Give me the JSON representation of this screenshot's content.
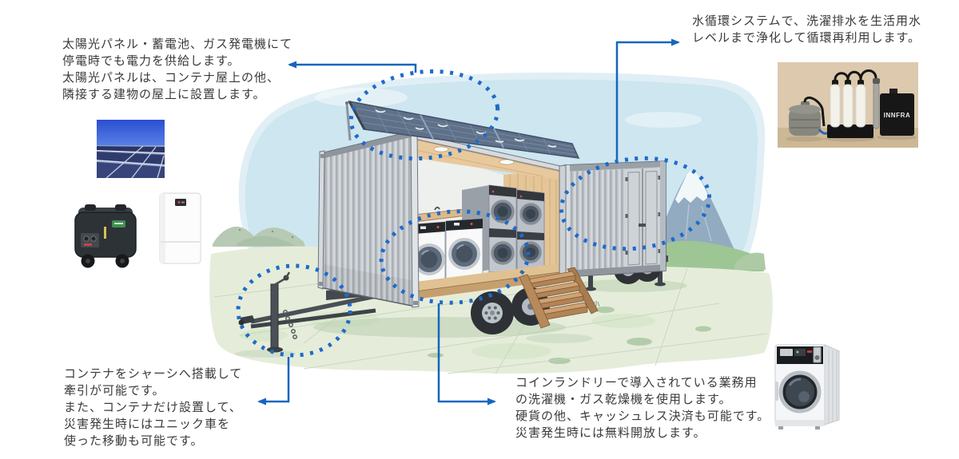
{
  "annotations": {
    "power": {
      "lines": [
        "太陽光パネル・蓄電池、ガス発電機にて",
        "停電時でも電力を供給します。",
        "太陽光パネルは、コンテナ屋上の他、",
        "隣接する建物の屋上に設置します。"
      ]
    },
    "water": {
      "lines": [
        "水循環システムで、洗濯排水を生活用水",
        "レベルまで浄化して循環再利用します。"
      ]
    },
    "chassis": {
      "lines": [
        "コンテナをシャーシへ搭載して",
        "牽引が可能です。",
        "また、コンテナだけ設置して、",
        "災害発生時にはユニック車を",
        "使った移動も可能です。"
      ]
    },
    "laundry": {
      "lines": [
        "コインランドリーで導入されている業務用",
        "の洗濯機・ガス乾燥機を使用します。",
        "硬貨の他、キャッシュレス決済も可能です。",
        "災害発生時には無料開放します。"
      ]
    }
  },
  "photos": {
    "water_system": {
      "brand_label": "INNFRA"
    }
  },
  "colors": {
    "background": "#ffffff",
    "annotation_text": "#3a3a3a",
    "accent_arrow": "#1565c0",
    "accent_dotted": "#1e6bc8"
  }
}
